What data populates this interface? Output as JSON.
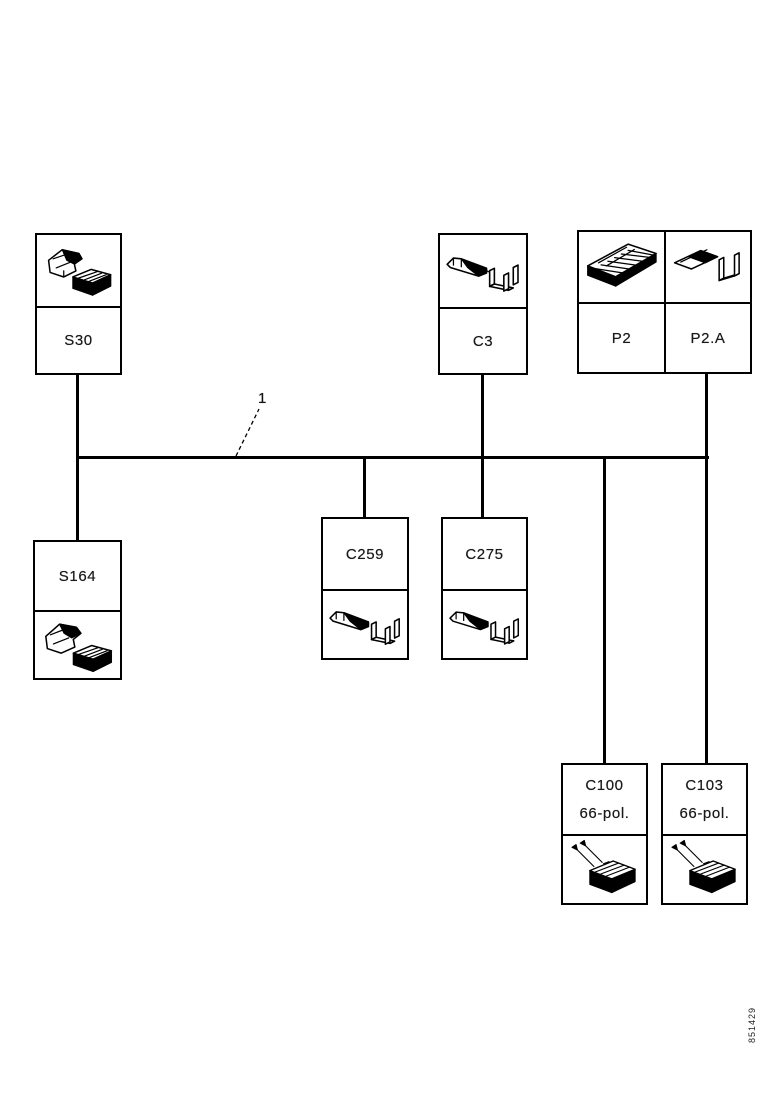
{
  "diagram": {
    "callout_label": "1",
    "figure_number": "851429"
  },
  "boxes": {
    "s30": {
      "label": "S30",
      "image": "connector-housing-pair-icon"
    },
    "c3": {
      "label": "C3",
      "image": "flat-pin-terminal-icon"
    },
    "p2": {
      "label": "P2",
      "image": "pin-strip-connector-icon"
    },
    "p2a": {
      "label": "P2.A",
      "image": "bracket-terminal-icon"
    },
    "s164": {
      "label": "S164",
      "image": "connector-housing-pair-icon"
    },
    "c259": {
      "label": "C259",
      "image": "flat-pin-terminal-icon"
    },
    "c275": {
      "label": "C275",
      "image": "flat-pin-terminal-icon"
    },
    "c100": {
      "label": "C100",
      "sublabel": "66-pol.",
      "image": "connector-with-leads-icon"
    },
    "c103": {
      "label": "C103",
      "sublabel": "66-pol.",
      "image": "connector-with-leads-icon"
    }
  }
}
